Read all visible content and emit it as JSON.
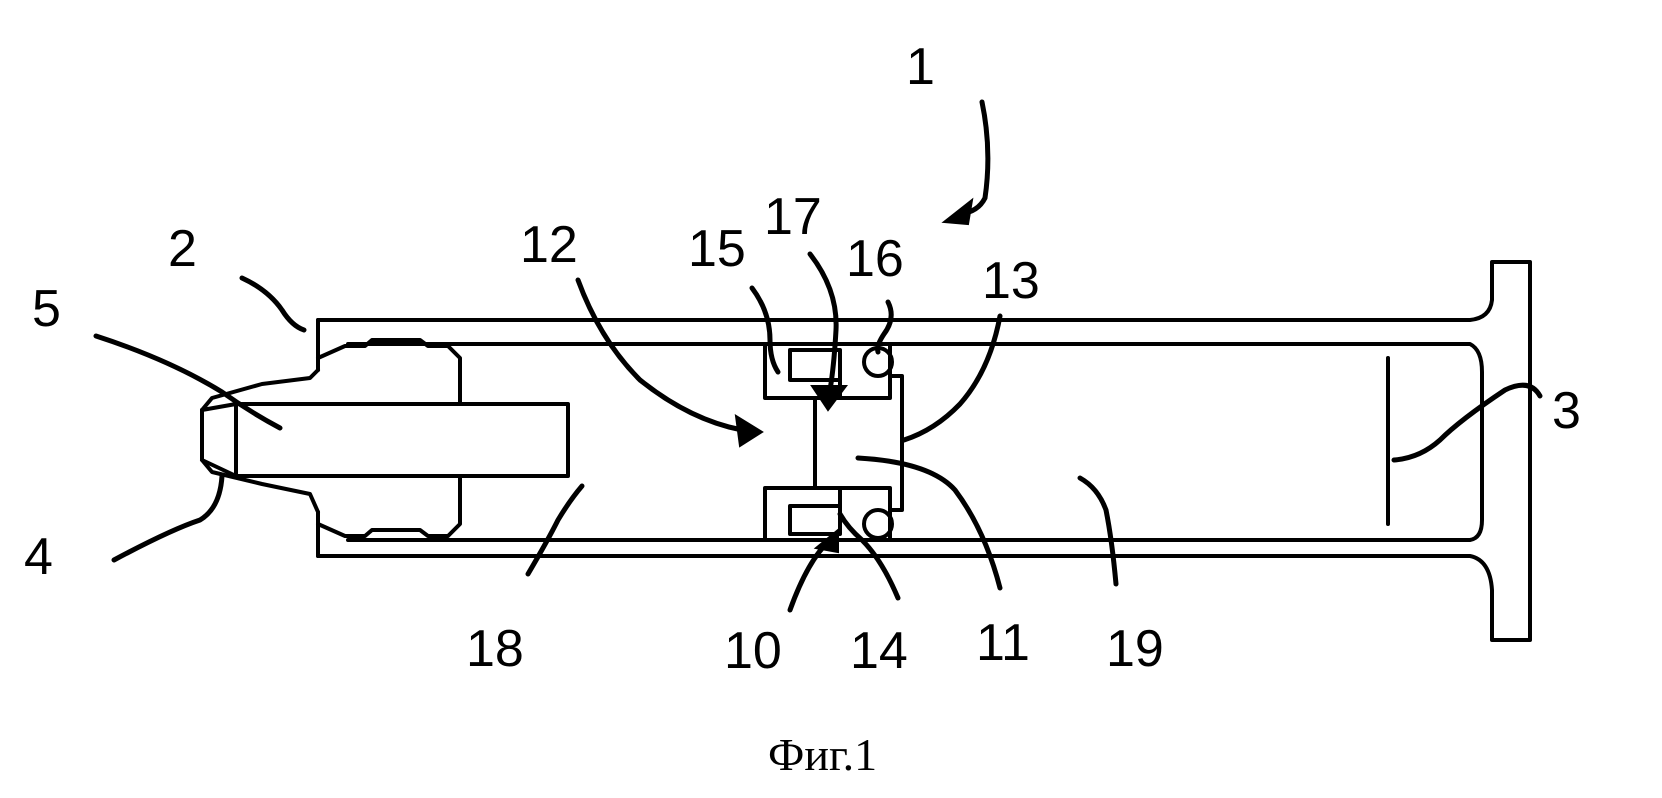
{
  "figure": {
    "caption": "Фиг.1",
    "labels": {
      "l1": "1",
      "l2": "2",
      "l3": "3",
      "l4": "4",
      "l5": "5",
      "l10": "10",
      "l11": "11",
      "l12": "12",
      "l13": "13",
      "l14": "14",
      "l15": "15",
      "l16": "16",
      "l17": "17",
      "l18": "18",
      "l19": "19"
    }
  }
}
